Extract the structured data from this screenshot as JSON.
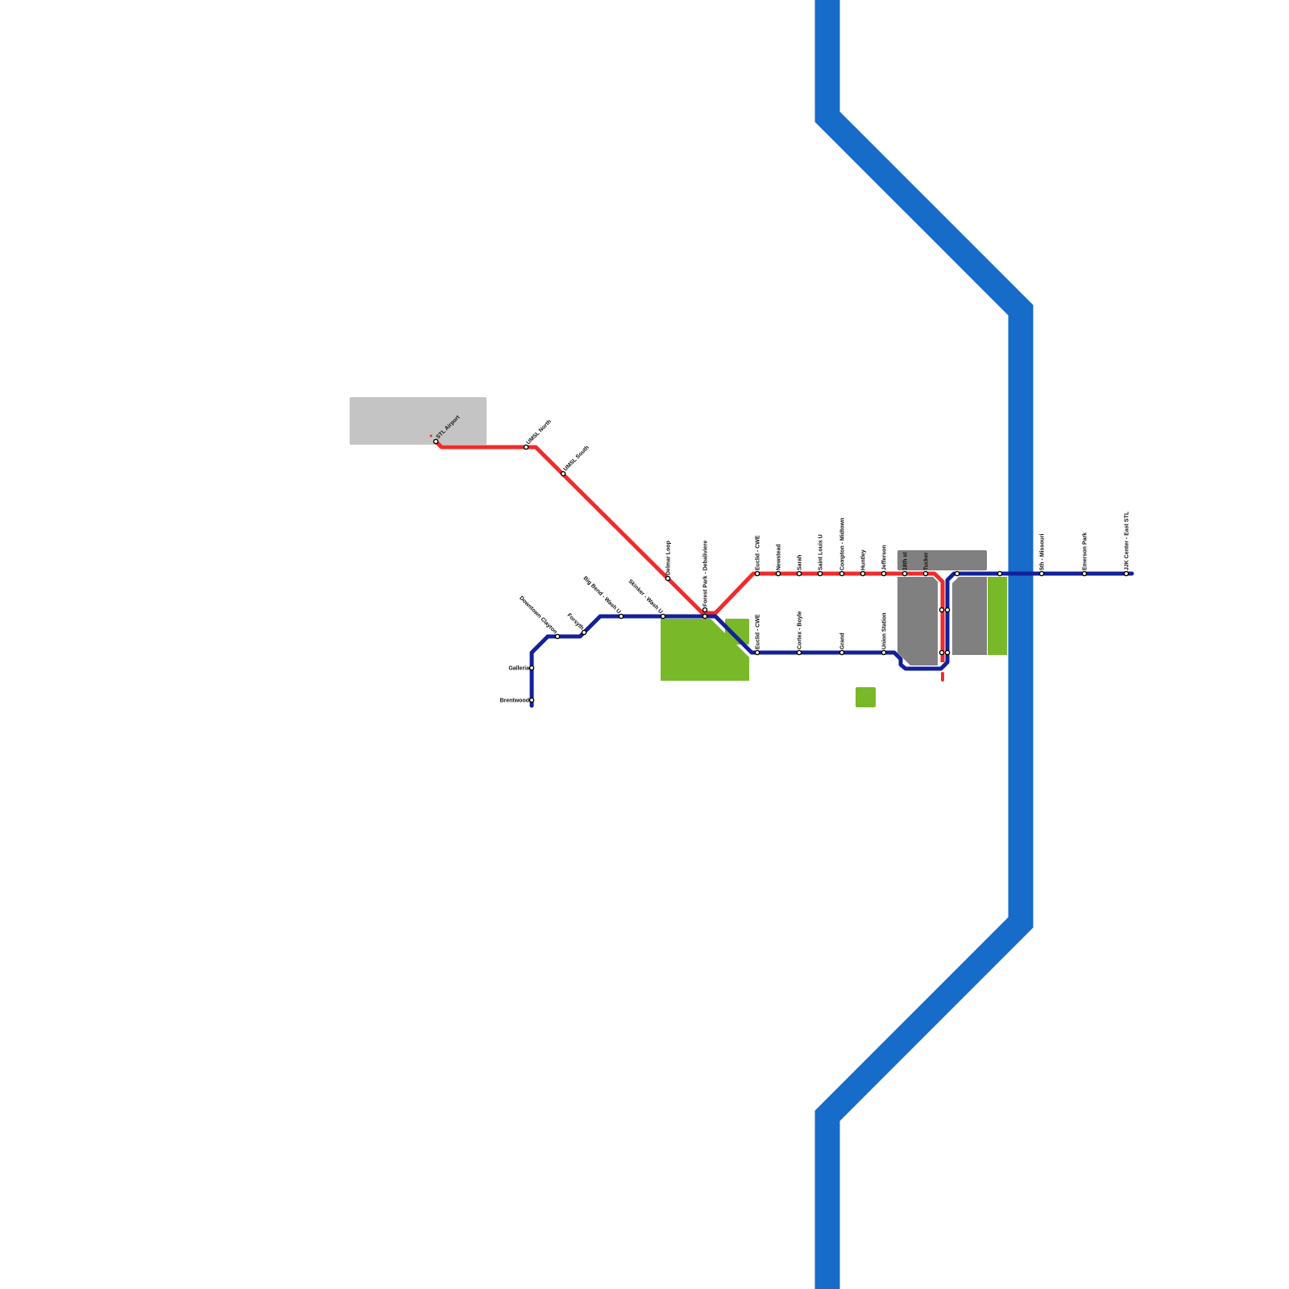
{
  "colors": {
    "river": "#166cc8",
    "red_line": "#f22a2a",
    "blue_line": "#12209a",
    "park": "#79b829",
    "district": "#808080",
    "airport": "#c4c4c4"
  },
  "red_line": {
    "stations": [
      "STL Airport",
      "UMSL North",
      "UMSL South",
      "Delmar Loop",
      "Forest Park - Debaliviere",
      "Euclid - CWE",
      "Newstead",
      "Sarah",
      "Saint Louis U",
      "Compton - Midtown",
      "Huntley",
      "Jefferson",
      "18th st",
      "Tucker"
    ]
  },
  "blue_line": {
    "stations": [
      "Brentwood",
      "Galleria",
      "Downtown Clayton",
      "Forsyth",
      "Big Bend - Wash U",
      "Skinker - Wash U",
      "Euclid - CWE",
      "Cortex - Boyle",
      "Grand",
      "Union Station",
      "5th - Missouri",
      "Emerson Park",
      "JJK Center - East STL"
    ]
  }
}
